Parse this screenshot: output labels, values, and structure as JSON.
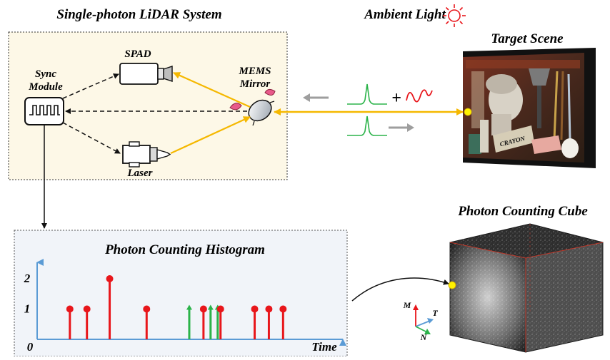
{
  "titles": {
    "lidar_system": "Single-photon LiDAR System",
    "ambient_light": "Ambient Light",
    "target_scene": "Target Scene",
    "photon_cube": "Photon Counting Cube",
    "histogram": "Photon Counting Histogram"
  },
  "components": {
    "spad": "SPAD",
    "sync_line1": "Sync",
    "sync_line2": "Module",
    "mems_line1": "MEMS",
    "mems_line2": "Mirror",
    "laser": "Laser",
    "plus_sign": "+"
  },
  "scene_text": {
    "crayon_label": "CRAYON"
  },
  "cube_axes": {
    "m": "M",
    "t": "T",
    "n": "N"
  },
  "histogram": {
    "x_axis_label": "Time",
    "origin_label": "0",
    "y_tick_labels": [
      "1",
      "2"
    ],
    "y_ticks": [
      1,
      2
    ],
    "y_max": 2.4,
    "x_max": 100,
    "colors": {
      "signal": "#2bb34a",
      "noise": "#e8161b",
      "axis": "#5b9bd5"
    },
    "events": [
      {
        "t": 9,
        "count": 1,
        "kind": "noise"
      },
      {
        "t": 15,
        "count": 1,
        "kind": "noise"
      },
      {
        "t": 23,
        "count": 2,
        "kind": "noise"
      },
      {
        "t": 36,
        "count": 1,
        "kind": "noise"
      },
      {
        "t": 51,
        "count": 1,
        "kind": "signal"
      },
      {
        "t": 56,
        "count": 1,
        "kind": "noise"
      },
      {
        "t": 58.5,
        "count": 1,
        "kind": "signal"
      },
      {
        "t": 61,
        "count": 1,
        "kind": "signal"
      },
      {
        "t": 62,
        "count": 1,
        "kind": "noise"
      },
      {
        "t": 74,
        "count": 1,
        "kind": "noise"
      },
      {
        "t": 79,
        "count": 1,
        "kind": "noise"
      },
      {
        "t": 84,
        "count": 1,
        "kind": "noise"
      }
    ]
  }
}
